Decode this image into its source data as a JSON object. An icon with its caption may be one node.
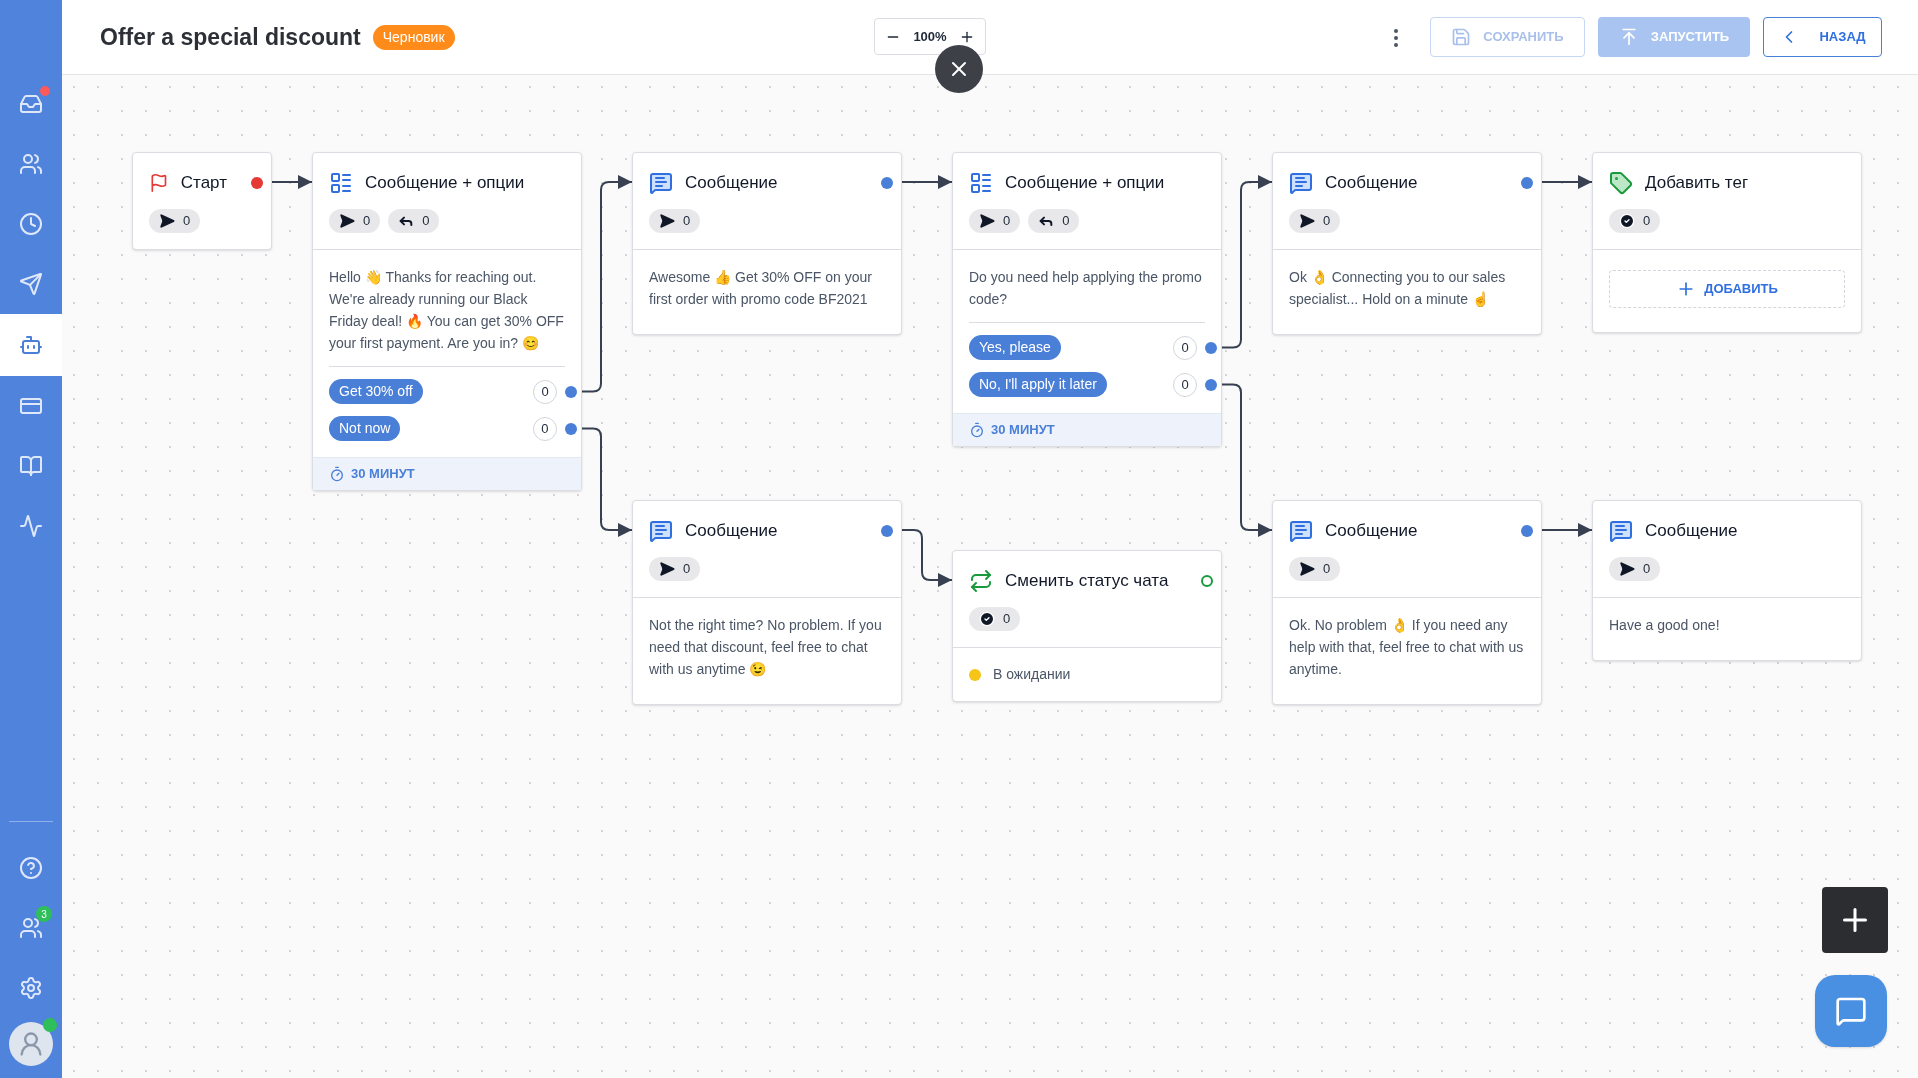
{
  "diagram": {
    "title": "Offer a special discount",
    "nodes": [
      {
        "text": [
          "Старт",
          "0"
        ]
      },
      {
        "text": [
          "Сообщение + опции",
          "0",
          "0",
          "Hello 👋 Thanks for reaching out. We're already running our Black Friday deal! 🔥 You can get 30% OFF your first payment. Are you in? 😊",
          "30 МИНУТ"
        ]
      },
      {
        "text": [
          "Get 30% off",
          "0"
        ],
        "in": 1
      },
      {
        "text": [
          "Not now",
          "0"
        ],
        "in": 1
      },
      {
        "text": [
          "Сообщение",
          "0",
          "Awesome 👍 Get 30% OFF on your first order with promo code BF2021"
        ]
      },
      {
        "text": [
          "Сообщение",
          "0",
          "Not the right time? No problem. If you need that discount, feel free to chat with us anytime 😉"
        ]
      },
      {
        "text": [
          "Сообщение + опции",
          "0",
          "0",
          "Do you need help applying the promo code?",
          "30 МИНУТ"
        ]
      },
      {
        "text": [
          "Yes, please",
          "0"
        ],
        "in": 6
      },
      {
        "text": [
          "No, I'll apply it later",
          "0"
        ],
        "in": 6
      },
      {
        "text": [
          "Сменить статус чата",
          "0",
          "В ожидании"
        ]
      },
      {
        "text": [
          "Сообщение",
          "0",
          "Ok 👌 Connecting you to our sales specialist... Hold on a minute ☝"
        ]
      },
      {
        "text": [
          "Сообщение",
          "0",
          "Ok. No problem 👌 If you need any help with that, feel free to chat with us anytime."
        ]
      },
      {
        "text": [
          "Добавить тег",
          "0",
          "ДОБАВИТЬ"
        ]
      },
      {
        "text": [
          "Сообщение",
          "0",
          "Have a good one!"
        ]
      }
    ],
    "edges": [
      {
        "from": 0,
        "to": 1,
        "arrow": "to"
      },
      {
        "from": 2,
        "to": 4,
        "arrow": "to"
      },
      {
        "from": 3,
        "to": 5,
        "arrow": "to"
      },
      {
        "from": 4,
        "to": 6,
        "arrow": "to"
      },
      {
        "from": 5,
        "to": 9,
        "arrow": "to"
      },
      {
        "from": 7,
        "to": 10,
        "arrow": "to"
      },
      {
        "from": 8,
        "to": 11,
        "arrow": "to"
      },
      {
        "from": 10,
        "to": 12,
        "arrow": "to"
      },
      {
        "from": 11,
        "to": 13,
        "arrow": "to"
      }
    ],
    "labels": [
      "Черновик",
      "100%",
      "СОХРАНИТЬ",
      "ЗАПУСТИТЬ",
      "НАЗАД",
      "3"
    ]
  }
}
